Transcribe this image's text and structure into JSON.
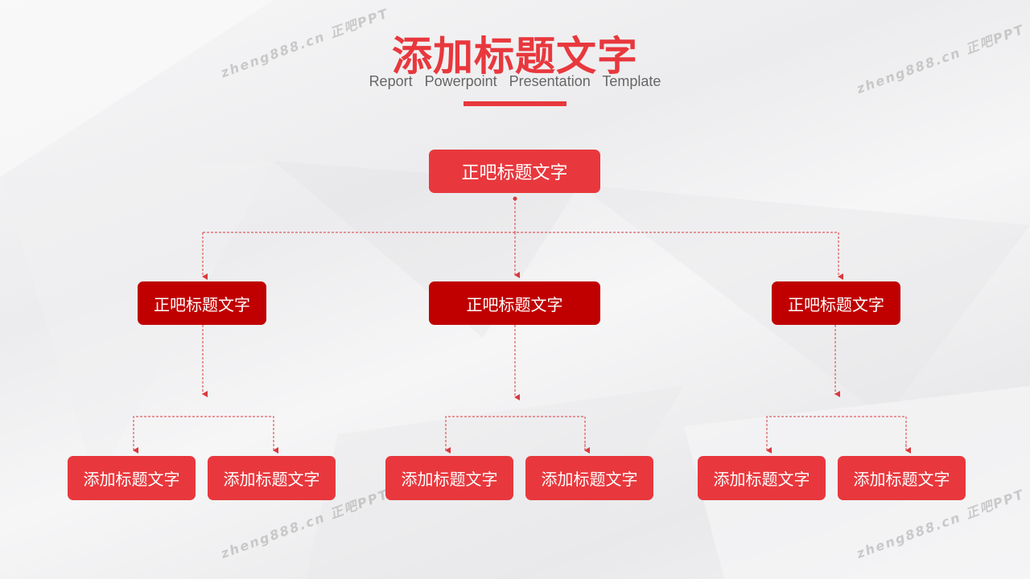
{
  "header": {
    "title": "添加标题文字",
    "subtitle": "Report  Powerpoint  Presentation  Template"
  },
  "watermark": "zheng888.cn 正吧PPT",
  "org": {
    "root": "正吧标题文字",
    "level1": [
      "正吧标题文字",
      "正吧标题文字",
      "正吧标题文字"
    ],
    "level2": [
      "添加标题文字",
      "添加标题文字",
      "添加标题文字",
      "添加标题文字",
      "添加标题文字",
      "添加标题文字"
    ]
  },
  "colors": {
    "accent": "#e8383d",
    "dark": "#c00000"
  }
}
